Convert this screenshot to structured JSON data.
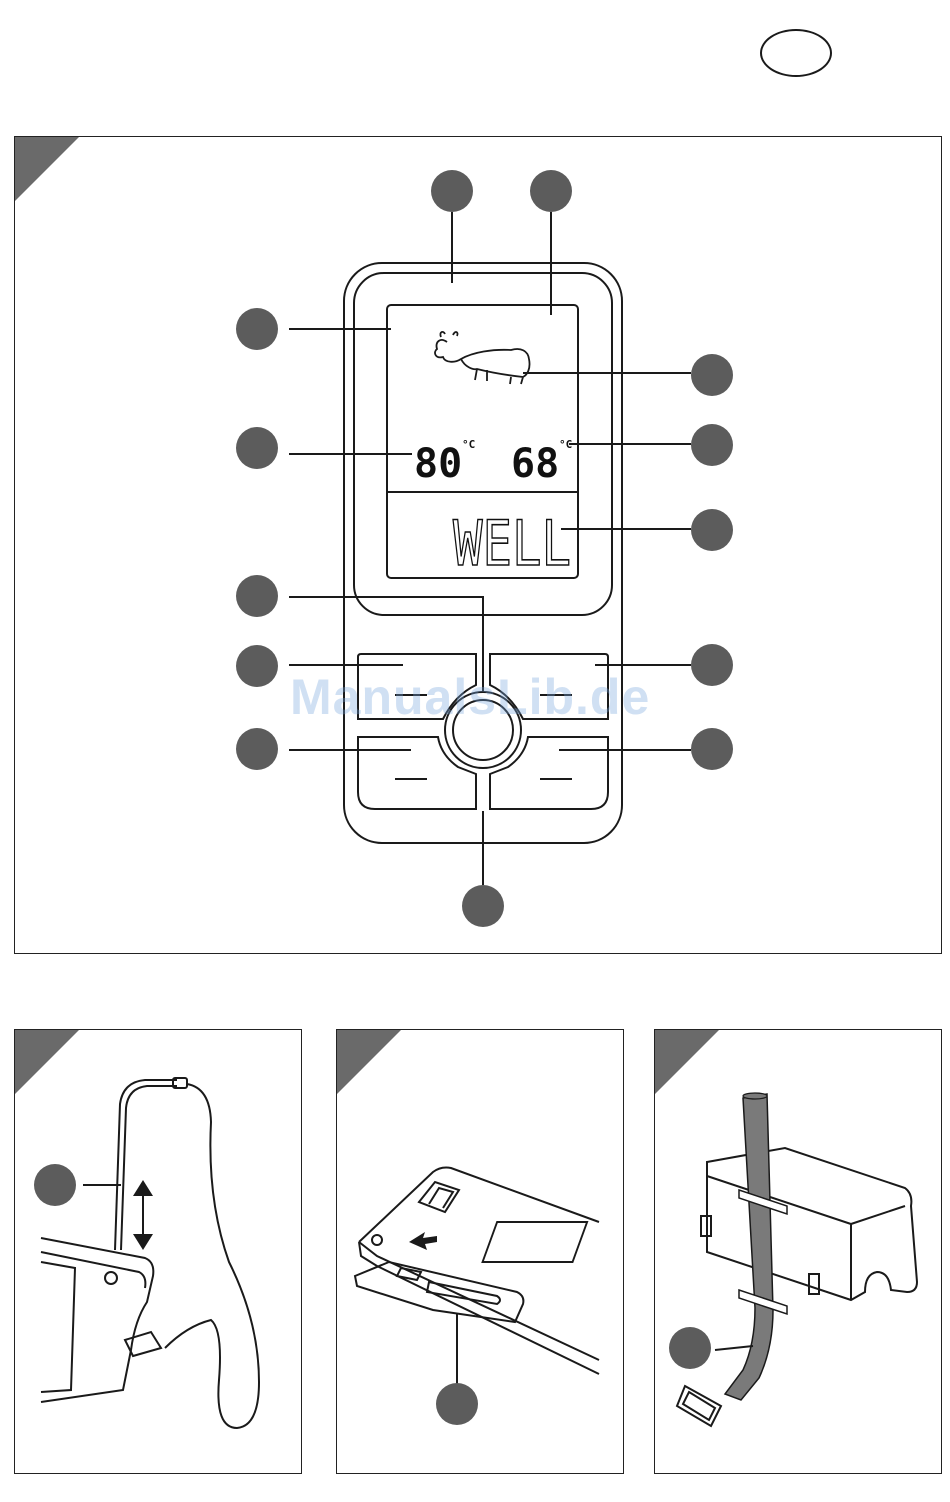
{
  "display": {
    "temp_left": "80",
    "temp_right": "68",
    "unit": "°C",
    "doneness": "WELL"
  },
  "watermark": "ManualsLib.de",
  "colors": {
    "bubble": "#5c5c5c",
    "corner": "#6a6a6a",
    "strap": "#7a7a7a"
  }
}
